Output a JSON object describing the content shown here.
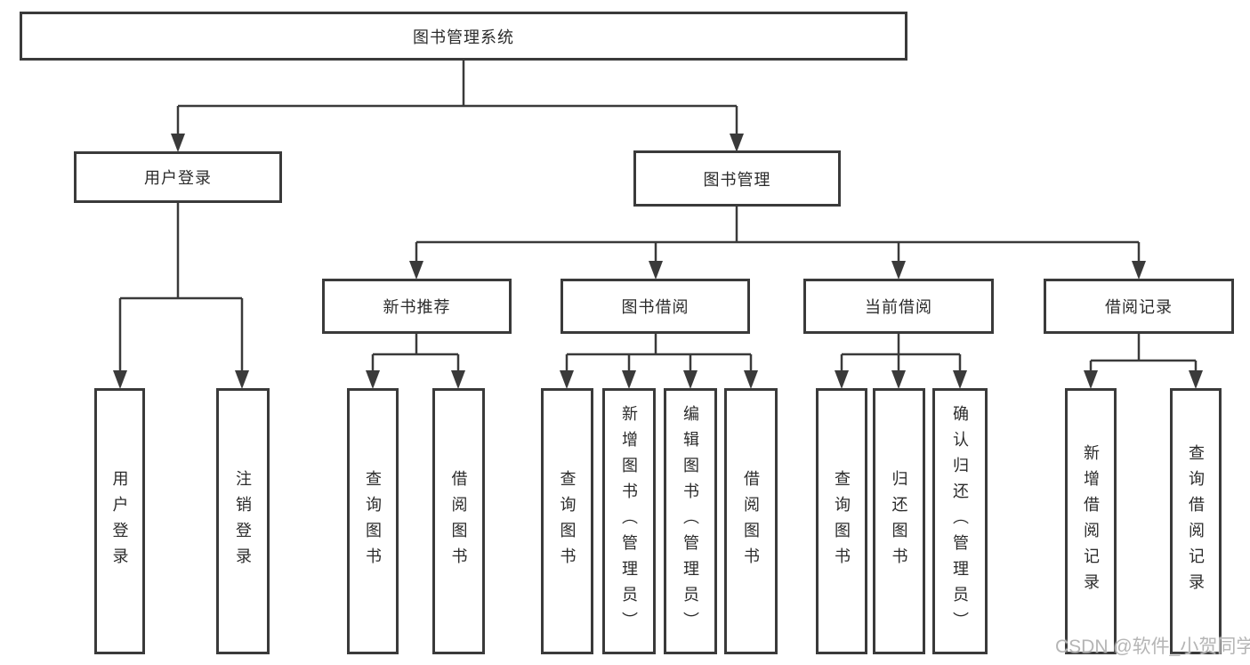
{
  "diagram": {
    "root": {
      "label": "图书管理系统"
    },
    "level2": [
      {
        "label": "用户登录"
      },
      {
        "label": "图书管理"
      }
    ],
    "level3": [
      {
        "label": "新书推荐"
      },
      {
        "label": "图书借阅"
      },
      {
        "label": "当前借阅"
      },
      {
        "label": "借阅记录"
      }
    ],
    "leaves": [
      {
        "label": "用户登录"
      },
      {
        "label": "注销登录"
      },
      {
        "label": "查询图书"
      },
      {
        "label": "借阅图书"
      },
      {
        "label": "查询图书"
      },
      {
        "label": "新增图书（管理员）"
      },
      {
        "label": "编辑图书（管理员）"
      },
      {
        "label": "借阅图书"
      },
      {
        "label": "查询图书"
      },
      {
        "label": "归还图书"
      },
      {
        "label": "确认归还（管理员）"
      },
      {
        "label": "新增借阅记录"
      },
      {
        "label": "查询借阅记录"
      }
    ]
  },
  "watermark": {
    "text": "CSDN @软件_小贺同学"
  },
  "colors": {
    "line": "#3a3a3a",
    "text": "#2b2b2b",
    "watermark": "#b5b5b5",
    "background": "#ffffff"
  }
}
